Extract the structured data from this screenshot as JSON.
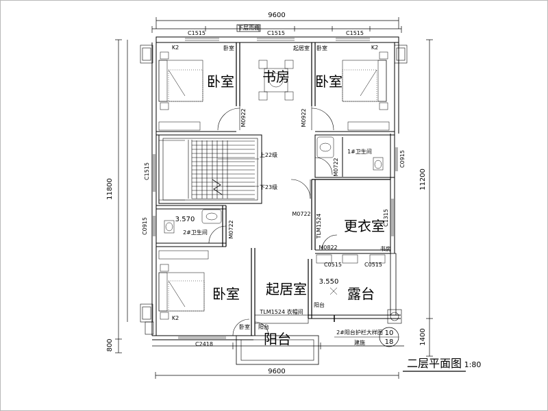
{
  "drawing": {
    "title": "二层平面图",
    "scale": "1:80",
    "detail_ref_num": "10",
    "detail_ref_den": "18"
  },
  "dimensions": {
    "top_width": "9600",
    "bottom_width": "9600",
    "left_height": "11800",
    "right_height": "11200",
    "left_lower": "800",
    "right_lower": "1400"
  },
  "rooms": {
    "bedroom_nw": "卧室",
    "study": "书房",
    "bedroom_ne": "卧室",
    "wardrobe": "更衣室",
    "bedroom_sw": "卧室",
    "living": "起居室",
    "terrace": "露台",
    "balcony": "阳台"
  },
  "labels": {
    "canopy_below": "下层雨棚",
    "window_c1515_a": "C1515",
    "window_c1515_b": "C1515",
    "window_c1515_c": "C1515",
    "window_c1515_left": "C1515",
    "window_c0915_right": "C0915",
    "window_c0915_left": "C0915",
    "window_c1315": "C1315",
    "window_c2418": "C2418",
    "window_c0515_a": "C0515",
    "window_c0515_b": "C0515",
    "k2_nw": "K2",
    "k2_ne": "K2",
    "k2_sw": "K2",
    "bedroom_small_nw": "卧室",
    "living_small_top": "起居室",
    "bedroom_small_ne": "卧室",
    "bedroom_small_sw": "卧室",
    "study_small": "书房",
    "balcony_small": "阳台",
    "balcony_small_b": "阳台",
    "door_m0922_left": "M0922",
    "door_m0922_right": "M0922",
    "door_m0722_a": "M0722",
    "door_m0722_b": "M0722",
    "door_m0722_c": "M0722",
    "door_m0822": "M0822",
    "door_tlm1524_v": "TLM1524",
    "door_tlm1524_h": "TLM1524 衣帽间",
    "stair_up": "上22级",
    "stair_down": "下23级",
    "bath1": "1#卫生间",
    "bath2": "2#卫生间",
    "elev_3570": "3.570",
    "elev_3550": "3.550",
    "railing_note": "2#阳台护栏大样图",
    "railing_note2": "建施"
  }
}
